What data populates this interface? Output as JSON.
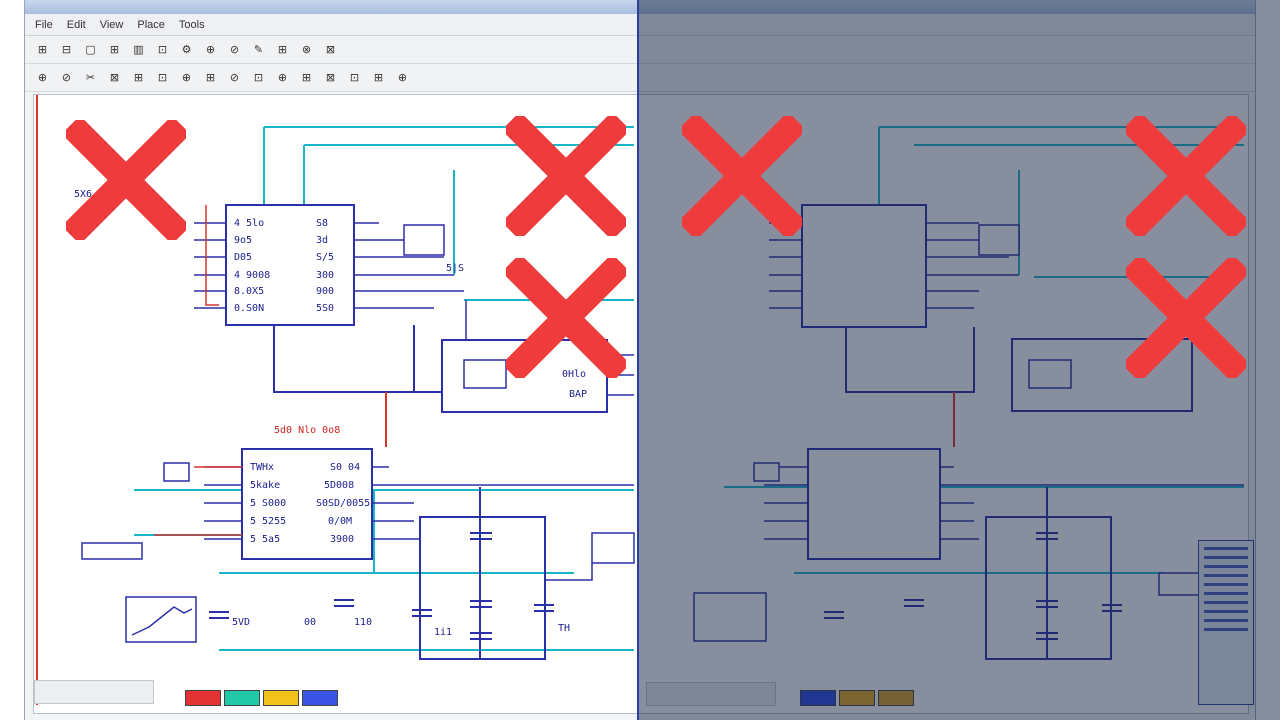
{
  "window": {
    "menu_items": [
      "File",
      "Edit",
      "View",
      "Place",
      "Tools"
    ]
  },
  "toolbar_row_1": [
    "⊞",
    "⊟",
    "▢",
    "⊞",
    "▥",
    "⊡",
    "⚙",
    "⊕",
    "⊘",
    "✎",
    "⊞",
    "⊗",
    "⊠"
  ],
  "toolbar_row_2": [
    "⊕",
    "⊘",
    "✂",
    "⊠",
    "⊞",
    "⊡",
    "⊕",
    "⊞",
    "⊘",
    "⊡",
    "⊕",
    "⊞",
    "⊠",
    "⊡",
    "⊞",
    "⊕"
  ],
  "colors": {
    "wire_blue": "#2b2fa8",
    "wire_cyan": "#18b6c8",
    "wire_red": "#d9342b",
    "x_mark": "#ef3b3b",
    "divider": "#2a3fa0"
  },
  "palette_left": [
    "#e23232",
    "#22c9a8",
    "#f2c21b",
    "#3b54e6"
  ],
  "palette_right": [
    "#2b46e0",
    "#e3a81a",
    "#d9a020"
  ],
  "schematic": {
    "chips": [
      {
        "id": "U1",
        "pins_left": [
          "4 5lo",
          "9o5",
          "D05",
          "4 9008",
          "8.0X5",
          "0.S0N"
        ],
        "pins_right": [
          "S8",
          "3d",
          "S/5",
          "300",
          "900",
          "5S0"
        ]
      },
      {
        "id": "U2",
        "pins_left": [
          "TWHx",
          "5kake",
          "5 S000",
          "5 5255",
          "5 5a5"
        ],
        "pins_right": [
          "S0 04",
          "5D008",
          "S0SD/0055",
          "0/0M",
          "3900"
        ]
      }
    ],
    "labels": {
      "note_center": "5d0 Nlo 0o8",
      "label_u3": "5|S",
      "label_u4": "BAP",
      "label_u4b": "0Hlo",
      "label_top_left": "5X6",
      "bottom_1": "5VD",
      "bottom_2": "00",
      "bottom_3": "110",
      "bottom_4": "1i1",
      "bottom_5": "TH"
    }
  }
}
